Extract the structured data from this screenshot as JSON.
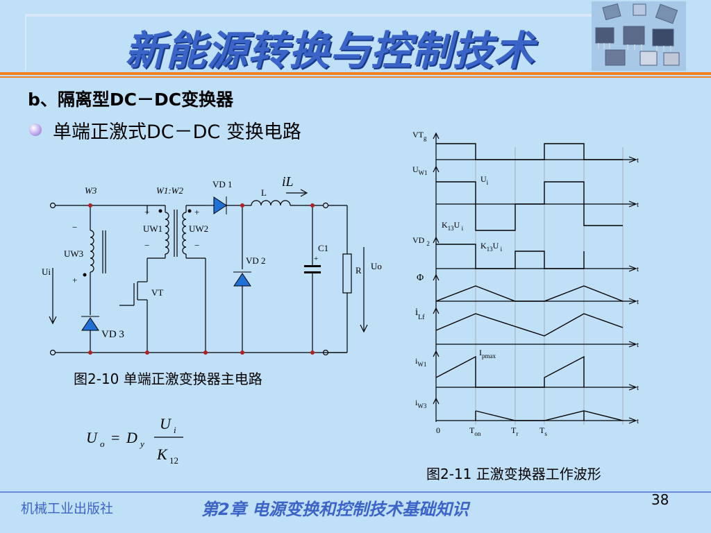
{
  "header": {
    "title": "新能源转换与控制技术",
    "decor_image": "chips-photo-icon"
  },
  "slide": {
    "heading": "b、隔离型DC－DC变换器",
    "bullet": "单端正激式DC－DC 变换电路"
  },
  "circuit": {
    "caption": "图2-10 单端正激变换器主电路",
    "labels": {
      "w3": "W3",
      "w1w2": "W1:W2",
      "vd1": "VD 1",
      "l": "L",
      "il": "iL",
      "uw1": "UW1",
      "uw2": "UW2",
      "uw3": "UW3",
      "ui": "Ui",
      "vt": "VT",
      "vd3": "VD 3",
      "vd2": "VD 2",
      "c1": "C1",
      "r": "R",
      "uo": "Uo"
    }
  },
  "formula": {
    "text": "Uo = Dy Ui / K12"
  },
  "waveforms": {
    "caption": "图2-11  正激变换器工作波形",
    "traces": [
      "VTg",
      "UW1",
      "VD2",
      "Φ",
      "iLf",
      "iW1",
      "iW3"
    ],
    "axis_label": "t",
    "annotations": [
      "Ui",
      "K13Ui",
      "K13Ui",
      "Ipmax"
    ],
    "time_ticks": [
      "0",
      "Ton",
      "Tr",
      "Ts"
    ]
  },
  "footer": {
    "publisher": "机械工业出版社",
    "chapter": "第2章  电源变换和控制技术基础知识",
    "page": "38"
  },
  "colors": {
    "background": "#c0e0f8",
    "title": "#3a64c8",
    "rule": "#f08020",
    "footer_text": "#3c64c8"
  }
}
